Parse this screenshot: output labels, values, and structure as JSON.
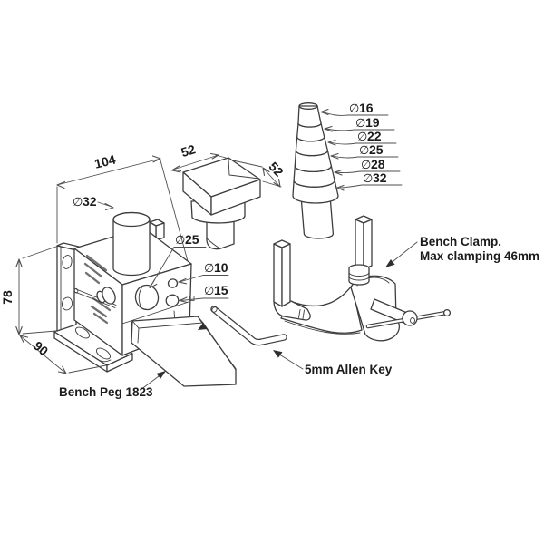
{
  "meta": {
    "background": "#ffffff",
    "line_color": "#3d3d3d",
    "text_color": "#1b1b1b"
  },
  "dimensions": {
    "body_width": "104",
    "body_height": "78",
    "base_depth": "90",
    "anvil_width": "52",
    "anvil_depth": "52",
    "post": {
      "symbol": "∅",
      "value": "32"
    },
    "bore": {
      "symbol": "∅",
      "value": "25"
    },
    "hole_upper": {
      "symbol": "∅",
      "value": "10"
    },
    "hole_lower": {
      "symbol": "∅",
      "value": "15"
    }
  },
  "mandrel": {
    "steps": [
      {
        "symbol": "∅",
        "value": "16"
      },
      {
        "symbol": "∅",
        "value": "19"
      },
      {
        "symbol": "∅",
        "value": "22"
      },
      {
        "symbol": "∅",
        "value": "25"
      },
      {
        "symbol": "∅",
        "value": "28"
      },
      {
        "symbol": "∅",
        "value": "32"
      }
    ]
  },
  "annotations": {
    "bench_peg": "Bench Peg 1823",
    "allen_key": "5mm Allen Key",
    "clamp_line1": "Bench Clamp.",
    "clamp_line2": "Max clamping 46mm"
  }
}
